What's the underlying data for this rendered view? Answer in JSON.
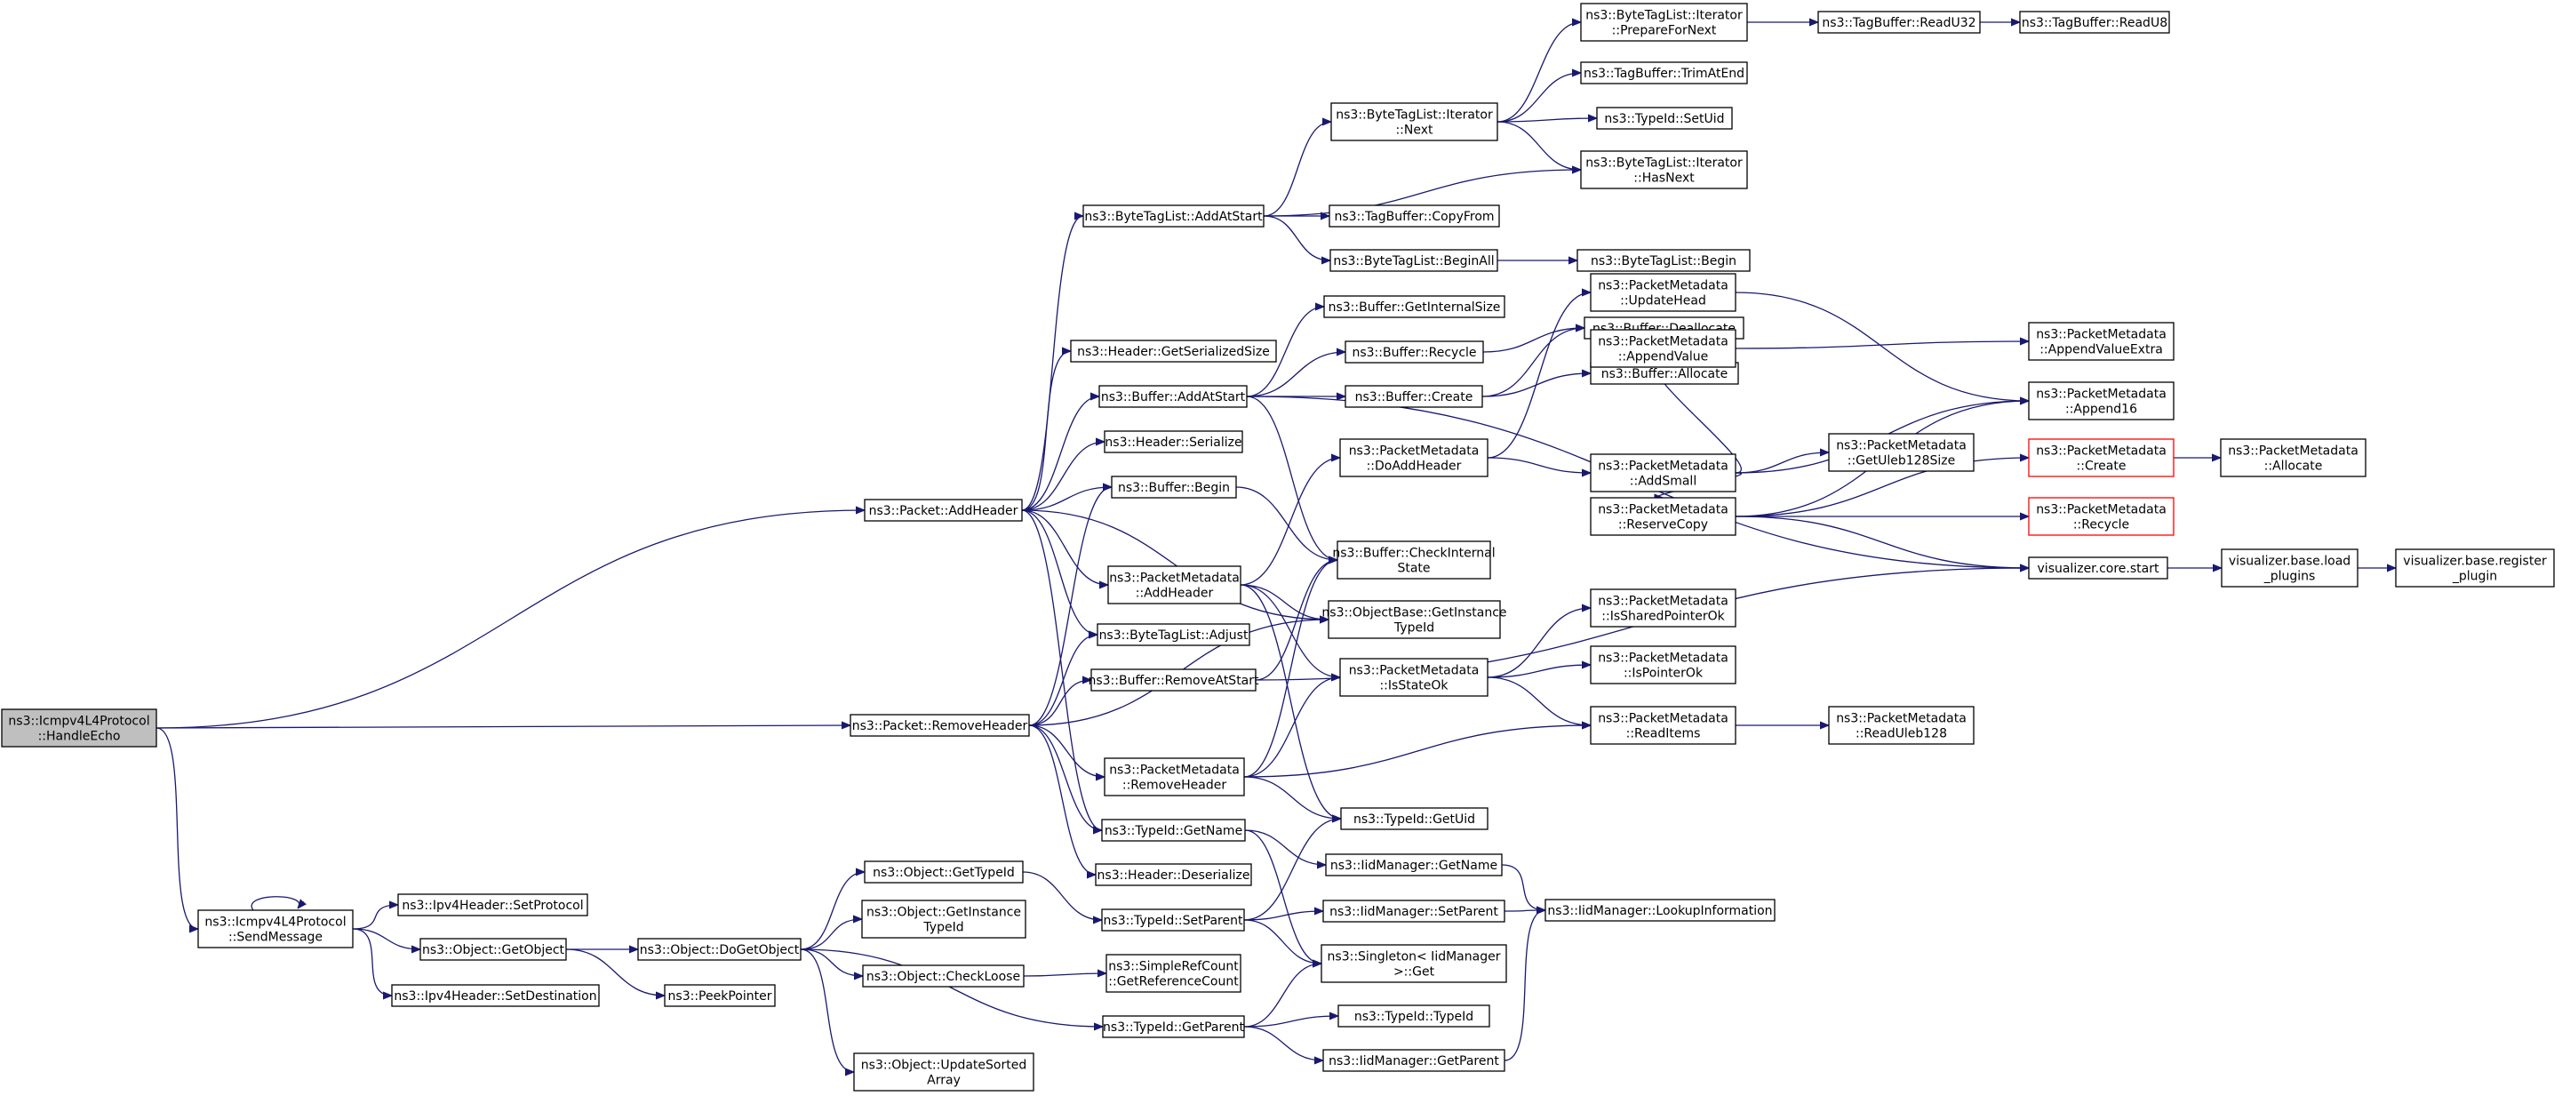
{
  "colors": {
    "edge": "#191970",
    "root_fill": "#bfbfbf",
    "node_border": "#000000",
    "truncated_border": "#ff0000"
  },
  "nodes": [
    {
      "id": "handleEcho",
      "lines": [
        "ns3::Icmpv4L4Protocol",
        "::HandleEcho"
      ],
      "root": true
    },
    {
      "id": "sendMessage",
      "lines": [
        "ns3::Icmpv4L4Protocol",
        "::SendMessage"
      ]
    },
    {
      "id": "pktAddHeader",
      "lines": [
        "ns3::Packet::AddHeader"
      ]
    },
    {
      "id": "pktRemoveHeader",
      "lines": [
        "ns3::Packet::RemoveHeader"
      ]
    },
    {
      "id": "ipv4SetProtocol",
      "lines": [
        "ns3::Ipv4Header::SetProtocol"
      ]
    },
    {
      "id": "objGetObject",
      "lines": [
        "ns3::Object::GetObject"
      ]
    },
    {
      "id": "ipv4SetDest",
      "lines": [
        "ns3::Ipv4Header::SetDestination"
      ]
    },
    {
      "id": "objDoGetObject",
      "lines": [
        "ns3::Object::DoGetObject"
      ]
    },
    {
      "id": "peekPointer",
      "lines": [
        "ns3::PeekPointer"
      ]
    },
    {
      "id": "btlAddAtStart",
      "lines": [
        "ns3::ByteTagList::AddAtStart"
      ]
    },
    {
      "id": "hdrGetSerSize",
      "lines": [
        "ns3::Header::GetSerializedSize"
      ]
    },
    {
      "id": "bufAddAtStart",
      "lines": [
        "ns3::Buffer::AddAtStart"
      ]
    },
    {
      "id": "hdrSerialize",
      "lines": [
        "ns3::Header::Serialize"
      ]
    },
    {
      "id": "bufBegin",
      "lines": [
        "ns3::Buffer::Begin"
      ]
    },
    {
      "id": "pmAddHeader",
      "lines": [
        "ns3::PacketMetadata",
        "::AddHeader"
      ]
    },
    {
      "id": "btlAdjust",
      "lines": [
        "ns3::ByteTagList::Adjust"
      ]
    },
    {
      "id": "bufRemoveAtStart",
      "lines": [
        "ns3::Buffer::RemoveAtStart"
      ]
    },
    {
      "id": "pmRemoveHeader",
      "lines": [
        "ns3::PacketMetadata",
        "::RemoveHeader"
      ]
    },
    {
      "id": "typeGetName",
      "lines": [
        "ns3::TypeId::GetName"
      ]
    },
    {
      "id": "hdrDeserialize",
      "lines": [
        "ns3::Header::Deserialize"
      ]
    },
    {
      "id": "objGetTypeId",
      "lines": [
        "ns3::Object::GetTypeId"
      ]
    },
    {
      "id": "objGetInstTypeId",
      "lines": [
        "ns3::Object::GetInstance",
        "TypeId"
      ]
    },
    {
      "id": "objCheckLoose",
      "lines": [
        "ns3::Object::CheckLoose"
      ]
    },
    {
      "id": "objUpdateSorted",
      "lines": [
        "ns3::Object::UpdateSorted",
        "Array"
      ]
    },
    {
      "id": "typeSetParent",
      "lines": [
        "ns3::TypeId::SetParent"
      ]
    },
    {
      "id": "srcGetRefCount",
      "lines": [
        "ns3::SimpleRefCount",
        "::GetReferenceCount"
      ]
    },
    {
      "id": "typeGetParent",
      "lines": [
        "ns3::TypeId::GetParent"
      ]
    },
    {
      "id": "btlItNext",
      "lines": [
        "ns3::ByteTagList::Iterator",
        "::Next"
      ]
    },
    {
      "id": "tbCopyFrom",
      "lines": [
        "ns3::TagBuffer::CopyFrom"
      ]
    },
    {
      "id": "btlBeginAll",
      "lines": [
        "ns3::ByteTagList::BeginAll"
      ]
    },
    {
      "id": "bufGetInternalSize",
      "lines": [
        "ns3::Buffer::GetInternalSize"
      ]
    },
    {
      "id": "bufRecycle",
      "lines": [
        "ns3::Buffer::Recycle"
      ]
    },
    {
      "id": "bufCreate",
      "lines": [
        "ns3::Buffer::Create"
      ]
    },
    {
      "id": "pmDoAddHeader",
      "lines": [
        "ns3::PacketMetadata",
        "::DoAddHeader"
      ]
    },
    {
      "id": "bufCheckInternal",
      "lines": [
        "ns3::Buffer::CheckInternal",
        "State"
      ]
    },
    {
      "id": "objBaseGetInst",
      "lines": [
        "ns3::ObjectBase::GetInstance",
        "TypeId"
      ]
    },
    {
      "id": "pmIsStateOk",
      "lines": [
        "ns3::PacketMetadata",
        "::IsStateOk"
      ]
    },
    {
      "id": "typeGetUid",
      "lines": [
        "ns3::TypeId::GetUid"
      ]
    },
    {
      "id": "iidGetName",
      "lines": [
        "ns3::IidManager::GetName"
      ]
    },
    {
      "id": "iidSetParent",
      "lines": [
        "ns3::IidManager::SetParent"
      ]
    },
    {
      "id": "singletonGet",
      "lines": [
        "ns3::Singleton< IidManager",
        ">::Get"
      ]
    },
    {
      "id": "typeTypeId",
      "lines": [
        "ns3::TypeId::TypeId"
      ]
    },
    {
      "id": "iidGetParent",
      "lines": [
        "ns3::IidManager::GetParent"
      ]
    },
    {
      "id": "btlItPrepare",
      "lines": [
        "ns3::ByteTagList::Iterator",
        "::PrepareForNext"
      ]
    },
    {
      "id": "tbTrimAtEnd",
      "lines": [
        "ns3::TagBuffer::TrimAtEnd"
      ]
    },
    {
      "id": "typeSetUid",
      "lines": [
        "ns3::TypeId::SetUid"
      ]
    },
    {
      "id": "btlItHasNext",
      "lines": [
        "ns3::ByteTagList::Iterator",
        "::HasNext"
      ]
    },
    {
      "id": "btlBegin",
      "lines": [
        "ns3::ByteTagList::Begin"
      ]
    },
    {
      "id": "bufDeallocate",
      "lines": [
        "ns3::Buffer::Deallocate"
      ]
    },
    {
      "id": "bufAllocate",
      "lines": [
        "ns3::Buffer::Allocate"
      ]
    },
    {
      "id": "pmUpdateHead",
      "lines": [
        "ns3::PacketMetadata",
        "::UpdateHead"
      ]
    },
    {
      "id": "pmAppendValue",
      "lines": [
        "ns3::PacketMetadata",
        "::AppendValue"
      ]
    },
    {
      "id": "pmGetUleb",
      "lines": [
        "ns3::PacketMetadata",
        "::GetUleb128Size"
      ]
    },
    {
      "id": "pmAddSmall",
      "lines": [
        "ns3::PacketMetadata",
        "::AddSmall"
      ]
    },
    {
      "id": "pmReserveCopy",
      "lines": [
        "ns3::PacketMetadata",
        "::ReserveCopy"
      ]
    },
    {
      "id": "pmIsSharedPtrOk",
      "lines": [
        "ns3::PacketMetadata",
        "::IsSharedPointerOk"
      ]
    },
    {
      "id": "pmIsPointerOk",
      "lines": [
        "ns3::PacketMetadata",
        "::IsPointerOk"
      ]
    },
    {
      "id": "pmReadItems",
      "lines": [
        "ns3::PacketMetadata",
        "::ReadItems"
      ]
    },
    {
      "id": "iidLookup",
      "lines": [
        "ns3::IidManager::LookupInformation"
      ]
    },
    {
      "id": "tbReadU32",
      "lines": [
        "ns3::TagBuffer::ReadU32"
      ]
    },
    {
      "id": "tbReadU8",
      "lines": [
        "ns3::TagBuffer::ReadU8"
      ]
    },
    {
      "id": "pmAppendValueExtra",
      "lines": [
        "ns3::PacketMetadata",
        "::AppendValueExtra"
      ]
    },
    {
      "id": "pmAppend16",
      "lines": [
        "ns3::PacketMetadata",
        "::Append16"
      ]
    },
    {
      "id": "pmCreate",
      "lines": [
        "ns3::PacketMetadata",
        "::Create"
      ],
      "truncated": true
    },
    {
      "id": "pmAllocate",
      "lines": [
        "ns3::PacketMetadata",
        "::Allocate"
      ]
    },
    {
      "id": "pmRecycle",
      "lines": [
        "ns3::PacketMetadata",
        "::Recycle"
      ],
      "truncated": true
    },
    {
      "id": "vizCoreStart",
      "lines": [
        "visualizer.core.start"
      ]
    },
    {
      "id": "pmReadUleb",
      "lines": [
        "ns3::PacketMetadata",
        "::ReadUleb128"
      ]
    },
    {
      "id": "vizLoadPlugins",
      "lines": [
        "visualizer.base.load",
        "_plugins"
      ]
    },
    {
      "id": "vizRegisterPlugin",
      "lines": [
        "visualizer.base.register",
        "_plugin"
      ]
    }
  ],
  "edges": [
    [
      "handleEcho",
      "pktAddHeader"
    ],
    [
      "handleEcho",
      "pktRemoveHeader"
    ],
    [
      "handleEcho",
      "sendMessage"
    ],
    [
      "sendMessage",
      "sendMessage"
    ],
    [
      "sendMessage",
      "ipv4SetProtocol"
    ],
    [
      "sendMessage",
      "objGetObject"
    ],
    [
      "sendMessage",
      "ipv4SetDest"
    ],
    [
      "objGetObject",
      "objDoGetObject"
    ],
    [
      "objGetObject",
      "peekPointer"
    ],
    [
      "objDoGetObject",
      "objGetTypeId"
    ],
    [
      "objDoGetObject",
      "objGetInstTypeId"
    ],
    [
      "objDoGetObject",
      "objCheckLoose"
    ],
    [
      "objDoGetObject",
      "typeGetParent"
    ],
    [
      "objDoGetObject",
      "objUpdateSorted"
    ],
    [
      "objGetTypeId",
      "typeSetParent"
    ],
    [
      "objCheckLoose",
      "srcGetRefCount"
    ],
    [
      "pktAddHeader",
      "btlAddAtStart"
    ],
    [
      "pktAddHeader",
      "hdrGetSerSize"
    ],
    [
      "pktAddHeader",
      "bufAddAtStart"
    ],
    [
      "pktAddHeader",
      "hdrSerialize"
    ],
    [
      "pktAddHeader",
      "bufBegin"
    ],
    [
      "pktAddHeader",
      "pmAddHeader"
    ],
    [
      "pktAddHeader",
      "btlAdjust"
    ],
    [
      "pktAddHeader",
      "objBaseGetInst"
    ],
    [
      "pktAddHeader",
      "typeGetName"
    ],
    [
      "pktRemoveHeader",
      "bufBegin"
    ],
    [
      "pktRemoveHeader",
      "btlAdjust"
    ],
    [
      "pktRemoveHeader",
      "bufRemoveAtStart"
    ],
    [
      "pktRemoveHeader",
      "objBaseGetInst"
    ],
    [
      "pktRemoveHeader",
      "pmRemoveHeader"
    ],
    [
      "pktRemoveHeader",
      "typeGetName"
    ],
    [
      "pktRemoveHeader",
      "hdrDeserialize"
    ],
    [
      "btlAddAtStart",
      "btlItNext"
    ],
    [
      "btlAddAtStart",
      "btlItHasNext"
    ],
    [
      "btlAddAtStart",
      "tbCopyFrom"
    ],
    [
      "btlAddAtStart",
      "btlBeginAll"
    ],
    [
      "btlItNext",
      "btlItPrepare"
    ],
    [
      "btlItNext",
      "tbTrimAtEnd"
    ],
    [
      "btlItNext",
      "typeSetUid"
    ],
    [
      "btlItNext",
      "btlItHasNext"
    ],
    [
      "btlItPrepare",
      "tbReadU32"
    ],
    [
      "tbReadU32",
      "tbReadU8"
    ],
    [
      "btlBeginAll",
      "btlBegin"
    ],
    [
      "bufAddAtStart",
      "bufGetInternalSize"
    ],
    [
      "bufAddAtStart",
      "bufRecycle"
    ],
    [
      "bufAddAtStart",
      "bufCreate"
    ],
    [
      "bufAddAtStart",
      "bufCheckInternal"
    ],
    [
      "bufAddAtStart",
      "vizCoreStart"
    ],
    [
      "bufRecycle",
      "bufDeallocate"
    ],
    [
      "bufCreate",
      "bufDeallocate"
    ],
    [
      "bufCreate",
      "bufAllocate"
    ],
    [
      "bufBegin",
      "bufCheckInternal"
    ],
    [
      "pmAddHeader",
      "pmDoAddHeader"
    ],
    [
      "pmAddHeader",
      "objBaseGetInst"
    ],
    [
      "pmAddHeader",
      "pmIsStateOk"
    ],
    [
      "pmAddHeader",
      "typeGetUid"
    ],
    [
      "pmDoAddHeader",
      "pmUpdateHead"
    ],
    [
      "pmDoAddHeader",
      "pmAddSmall"
    ],
    [
      "pmAddSmall",
      "pmAppendValue"
    ],
    [
      "pmAddSmall",
      "pmAppend16"
    ],
    [
      "pmAddSmall",
      "pmGetUleb"
    ],
    [
      "pmAddSmall",
      "pmReserveCopy"
    ],
    [
      "pmUpdateHead",
      "pmAppend16"
    ],
    [
      "pmAppendValue",
      "pmAppendValueExtra"
    ],
    [
      "pmReserveCopy",
      "pmAppend16"
    ],
    [
      "pmReserveCopy",
      "pmCreate"
    ],
    [
      "pmReserveCopy",
      "pmRecycle"
    ],
    [
      "pmReserveCopy",
      "vizCoreStart"
    ],
    [
      "pmCreate",
      "pmAllocate"
    ],
    [
      "vizCoreStart",
      "vizLoadPlugins"
    ],
    [
      "vizLoadPlugins",
      "vizRegisterPlugin"
    ],
    [
      "bufRemoveAtStart",
      "bufCheckInternal"
    ],
    [
      "bufRemoveAtStart",
      "vizCoreStart"
    ],
    [
      "pmRemoveHeader",
      "bufCheckInternal"
    ],
    [
      "pmRemoveHeader",
      "pmIsStateOk"
    ],
    [
      "pmRemoveHeader",
      "pmReadItems"
    ],
    [
      "pmRemoveHeader",
      "typeGetUid"
    ],
    [
      "pmIsStateOk",
      "pmIsSharedPtrOk"
    ],
    [
      "pmIsStateOk",
      "pmIsPointerOk"
    ],
    [
      "pmIsStateOk",
      "pmReadItems"
    ],
    [
      "pmReadItems",
      "pmReadUleb"
    ],
    [
      "typeGetName",
      "iidGetName"
    ],
    [
      "typeGetName",
      "singletonGet"
    ],
    [
      "iidGetName",
      "iidLookup"
    ],
    [
      "typeSetParent",
      "typeGetUid"
    ],
    [
      "typeSetParent",
      "iidSetParent"
    ],
    [
      "typeSetParent",
      "singletonGet"
    ],
    [
      "iidSetParent",
      "iidLookup"
    ],
    [
      "typeGetParent",
      "singletonGet"
    ],
    [
      "typeGetParent",
      "typeTypeId"
    ],
    [
      "typeGetParent",
      "iidGetParent"
    ],
    [
      "iidGetParent",
      "iidLookup"
    ]
  ]
}
